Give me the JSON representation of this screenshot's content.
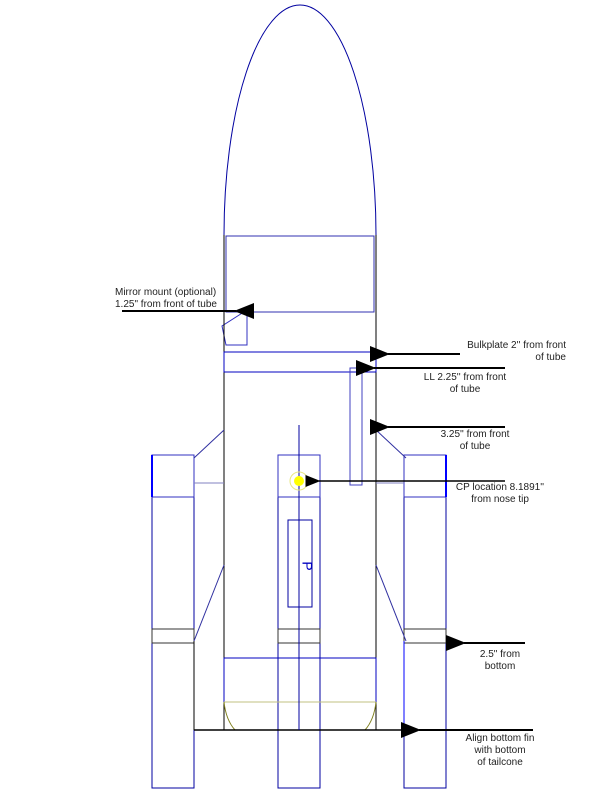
{
  "annotations": {
    "mirror_mount": [
      "Mirror mount (optional)",
      "1.25\" from front of tube"
    ],
    "bulkplate": [
      "Bulkplate 2'' from front",
      "of tube"
    ],
    "launch_lug": [
      "LL 2.25'' from front",
      "of tube"
    ],
    "fin_front": [
      "3.25'' from front",
      "of tube"
    ],
    "cp_location": [
      "CP location 8.1891''",
      "from nose tip"
    ],
    "fin_band": [
      "2.5\" from",
      "bottom"
    ],
    "align_fin": [
      "Align bottom fin",
      "with bottom",
      "of tailcone"
    ]
  },
  "cp_marker_letter": "P",
  "colors": {
    "outline": "#0000a0",
    "cp": "#ffff00",
    "tailcone": "#a0a040",
    "arrow": "#000000"
  }
}
